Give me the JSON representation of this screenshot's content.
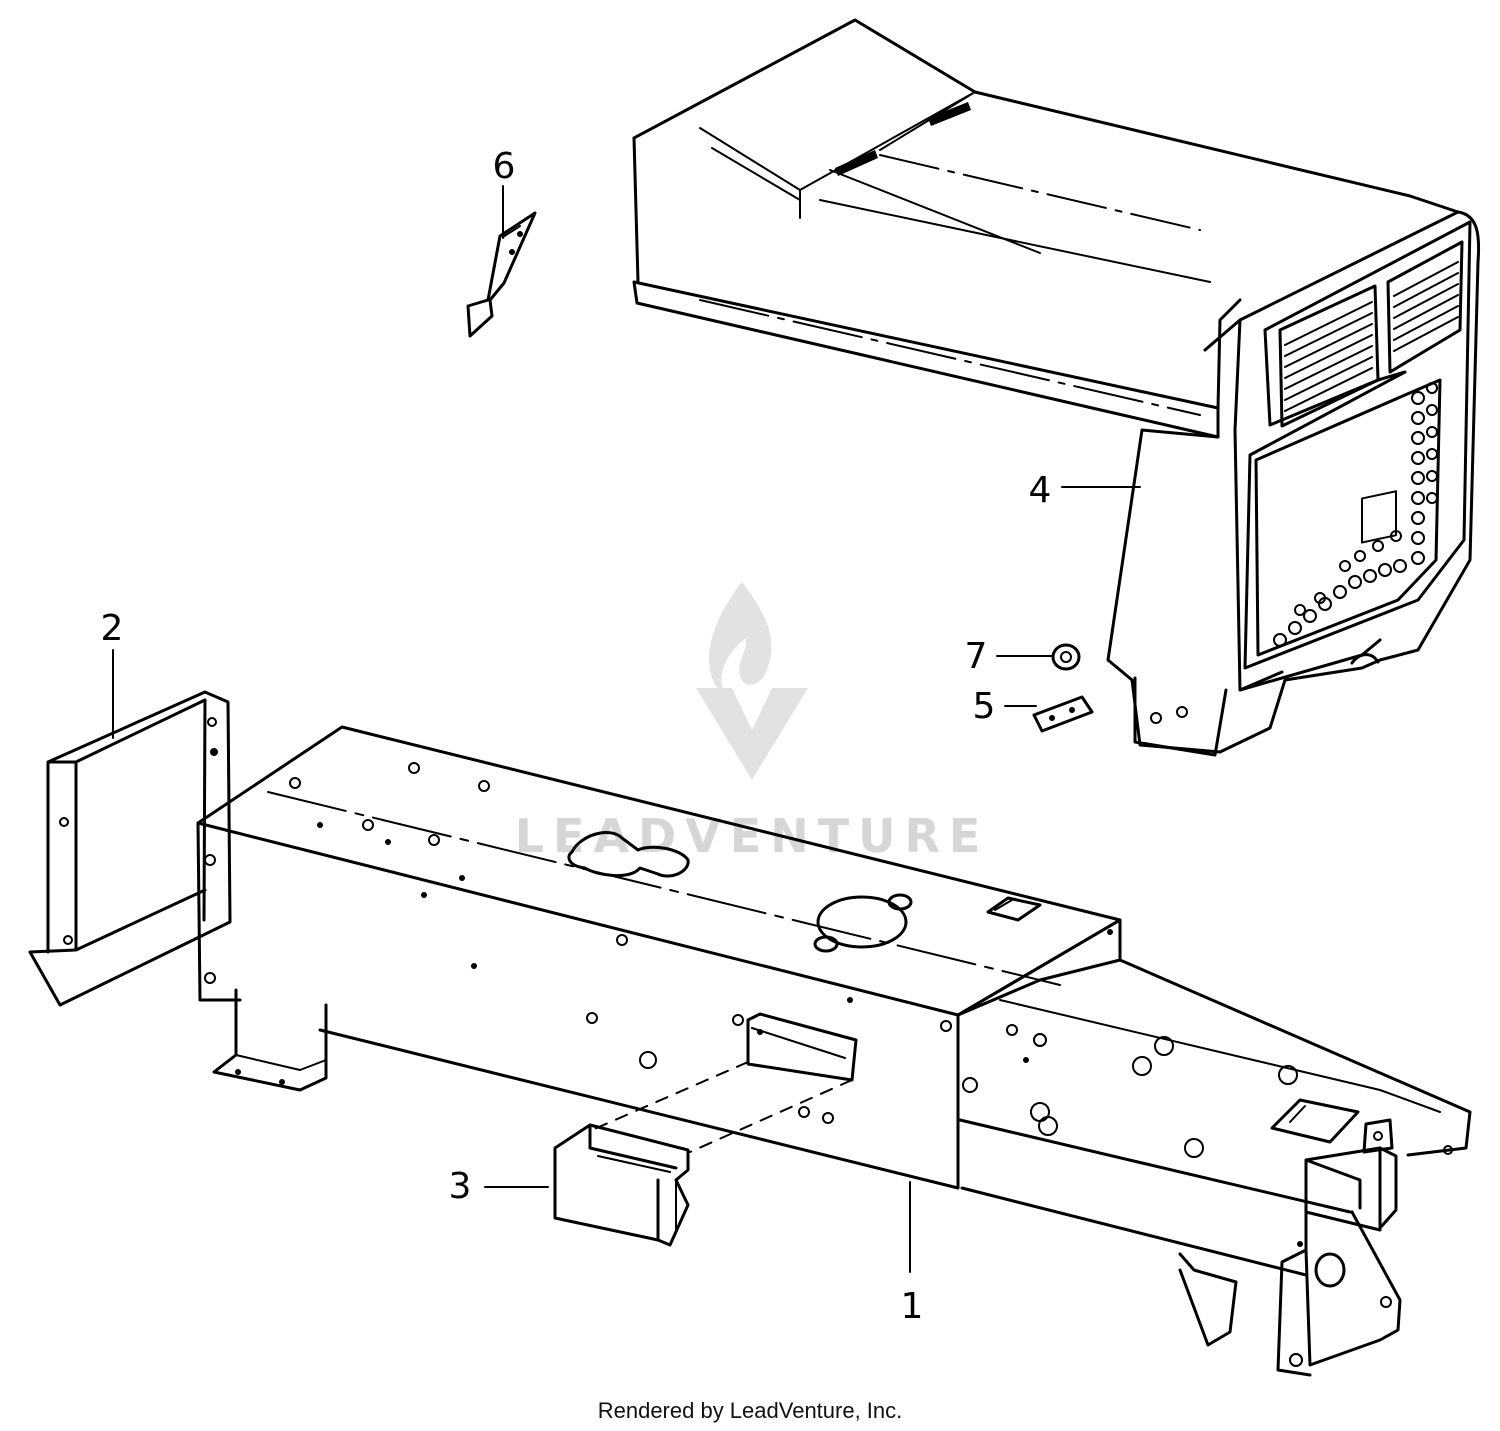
{
  "watermark": {
    "text": "LEADVENTURE"
  },
  "callouts": [
    {
      "id": "1",
      "label": "1"
    },
    {
      "id": "2",
      "label": "2"
    },
    {
      "id": "3",
      "label": "3"
    },
    {
      "id": "4",
      "label": "4"
    },
    {
      "id": "5",
      "label": "5"
    },
    {
      "id": "6",
      "label": "6"
    },
    {
      "id": "7",
      "label": "7"
    }
  ],
  "footer": {
    "text": "Rendered by LeadVenture, Inc."
  }
}
